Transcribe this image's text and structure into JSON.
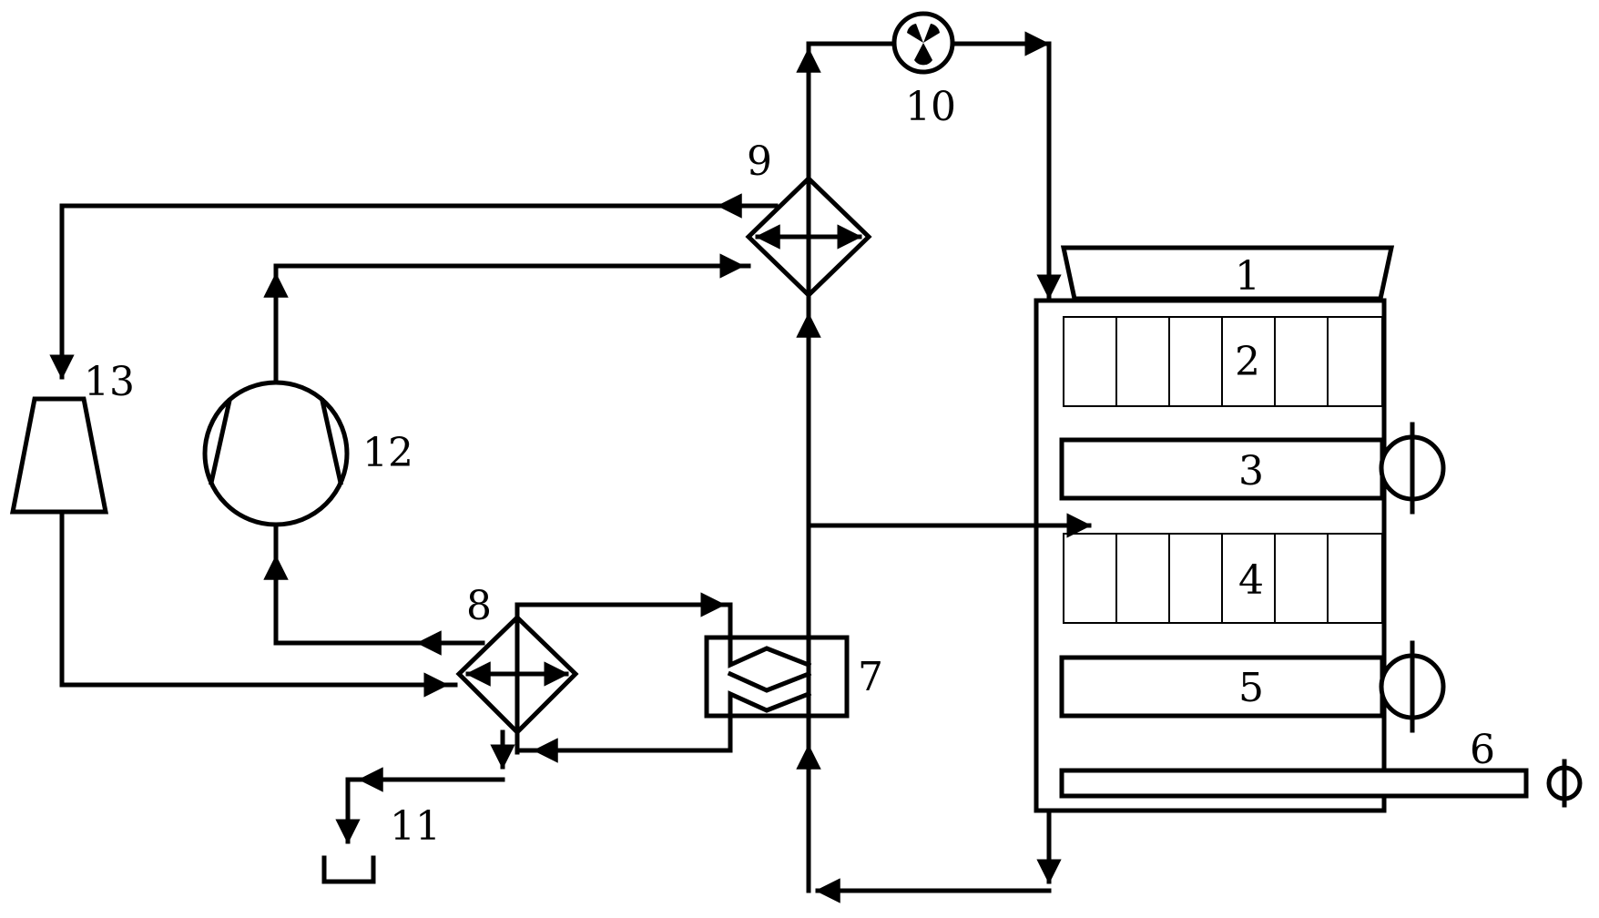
{
  "labels": {
    "l1": "1",
    "l2": "2",
    "l3": "3",
    "l4": "4",
    "l5": "5",
    "l6": "6",
    "l7": "7",
    "l8": "8",
    "l9": "9",
    "l10": "10",
    "l11": "11",
    "l12": "12",
    "l13": "13"
  }
}
